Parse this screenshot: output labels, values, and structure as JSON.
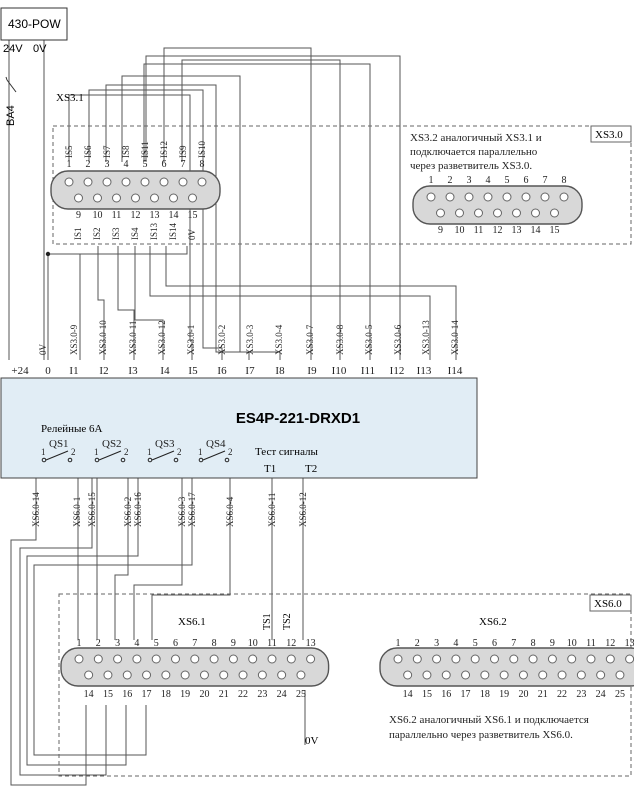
{
  "power_supply": {
    "label": "430-POW",
    "v24": "24V",
    "v0": "0V"
  },
  "breaker": {
    "label": "BA4"
  },
  "module": {
    "title": "ES4P-221-DRXD1",
    "top_terminals": [
      "+24",
      "0",
      "I1",
      "I2",
      "I3",
      "I4",
      "I5",
      "I6",
      "I7",
      "I8",
      "I9",
      "I10",
      "I11",
      "I12",
      "I13",
      "I14"
    ],
    "top_wires": [
      "0V",
      "XS3.0-9",
      "XS3.0-10",
      "XS3.0-11",
      "XS3.0-12",
      "XS3.0-1",
      "XS3.0-2",
      "XS3.0-3",
      "XS3.0-4",
      "XS3.0-7",
      "XS3.0-8",
      "XS3.0-5",
      "XS3.0-6",
      "XS3.0-13",
      "XS3.0-14"
    ],
    "relay_caption": "Релейные 6А",
    "relays": [
      "QS1",
      "QS2",
      "QS3",
      "QS4"
    ],
    "relay_pin1": "1",
    "relay_pin2": "2",
    "test_caption": "Тест сигналы",
    "test_terms": [
      "T1",
      "T2"
    ],
    "bottom_wires": [
      "XS6.0-14",
      "XS6.0-1",
      "XS6.0-15",
      "XS6.0-2",
      "XS6.0-16",
      "XS6.0-3",
      "XS6.0-17",
      "XS6.0-4",
      "XS6.0-11",
      "XS6.0-12"
    ]
  },
  "xs3": {
    "name": "XS3.1",
    "box_label": "XS3.0",
    "note": [
      "XS3.2 аналогичный XS3.1 и",
      "подключается параллельно",
      "через разветвитель XS3.0."
    ],
    "pins_top": [
      "1",
      "2",
      "3",
      "4",
      "5",
      "6",
      "7",
      "8"
    ],
    "pins_bottom": [
      "9",
      "10",
      "11",
      "12",
      "13",
      "14",
      "15"
    ],
    "labels_top": [
      "IS5",
      "IS6",
      "IS7",
      "IS8",
      "IS11",
      "IS12",
      "IS9",
      "IS10"
    ],
    "labels_bottom": [
      "IS1",
      "IS2",
      "IS3",
      "IS4",
      "IS13",
      "IS14",
      "0V"
    ]
  },
  "xs6": {
    "name": "XS6.1",
    "name2": "XS6.2",
    "box_label": "XS6.0",
    "note": [
      "XS6.2 аналогичный XS6.1 и подключается",
      "параллельно через разветвитель XS6.0."
    ],
    "pins_top": [
      "1",
      "2",
      "3",
      "4",
      "5",
      "6",
      "7",
      "8",
      "9",
      "10",
      "11",
      "12",
      "13"
    ],
    "pins_bottom": [
      "14",
      "15",
      "16",
      "17",
      "18",
      "19",
      "20",
      "21",
      "22",
      "23",
      "24",
      "25"
    ],
    "ts_labels": [
      "TS1",
      "TS2"
    ],
    "v0": "0V"
  }
}
